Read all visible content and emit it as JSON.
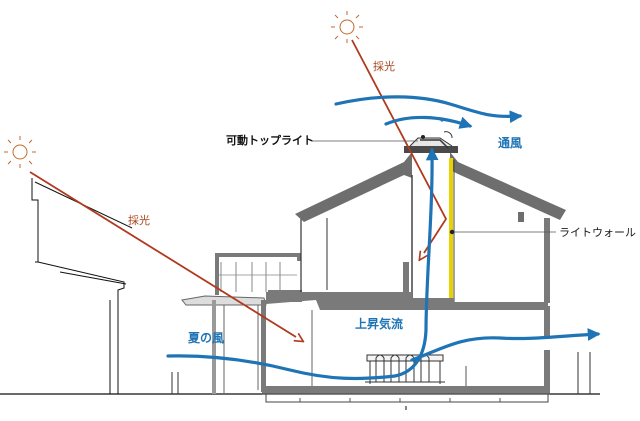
{
  "labels": {
    "skylight": "可動トップライト",
    "ventilation": "通風",
    "light_wall": "ライトウォール",
    "daylight_top": "採光",
    "daylight_left": "採光",
    "updraft": "上昇気流",
    "summer_wind": "夏の風"
  },
  "colors": {
    "wind": "#1f74b5",
    "daylight": "#b03a1e",
    "building": "#7a7a7a",
    "light_wall": "#e8d200",
    "label_orange": "#a8441c"
  },
  "icons": {
    "sun": "sun-icon"
  }
}
